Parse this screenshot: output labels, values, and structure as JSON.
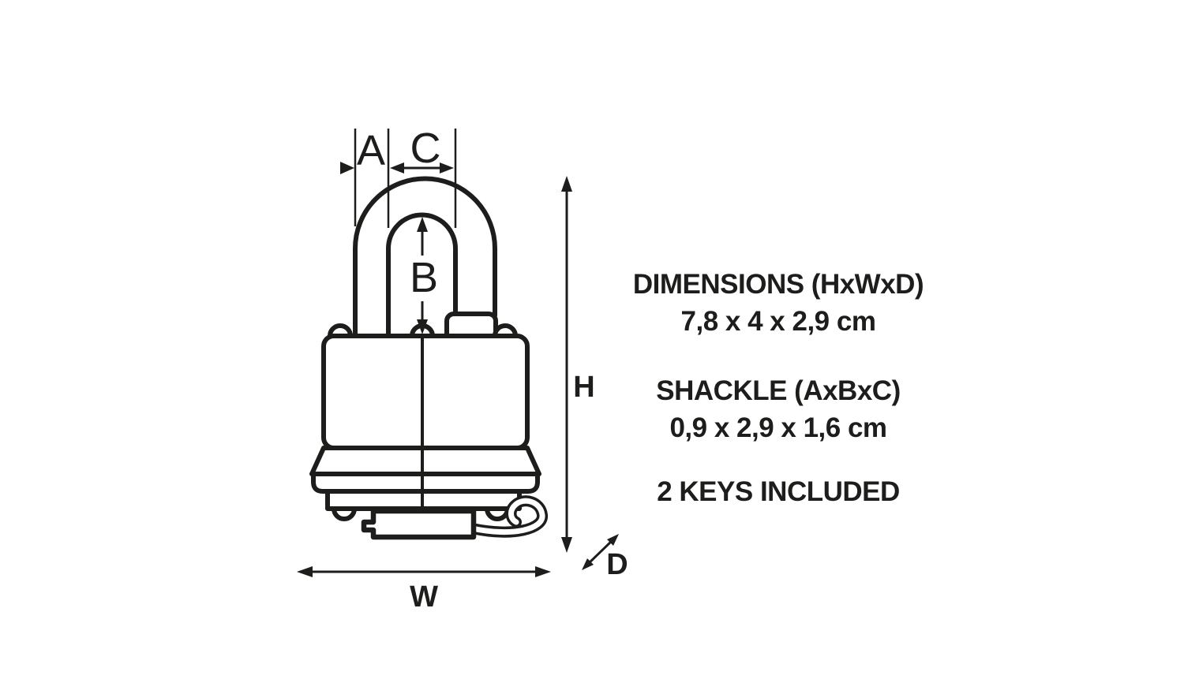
{
  "colors": {
    "background": "#ffffff",
    "line": "#1d1d1b"
  },
  "diagram": {
    "description": "padlock technical line drawing with dimension arrows",
    "dimension_labels": {
      "a": "A",
      "b": "B",
      "c": "C",
      "h": "H",
      "w": "W",
      "d": "D"
    }
  },
  "specs": {
    "dimensions_label": "DIMENSIONS (HxWxD)",
    "dimensions_value": "7,8 x 4 x 2,9 cm",
    "shackle_label": "SHACKLE (AxBxC)",
    "shackle_value": "0,9 x 2,9 x 1,6 cm",
    "keys_note": "2 KEYS INCLUDED"
  }
}
